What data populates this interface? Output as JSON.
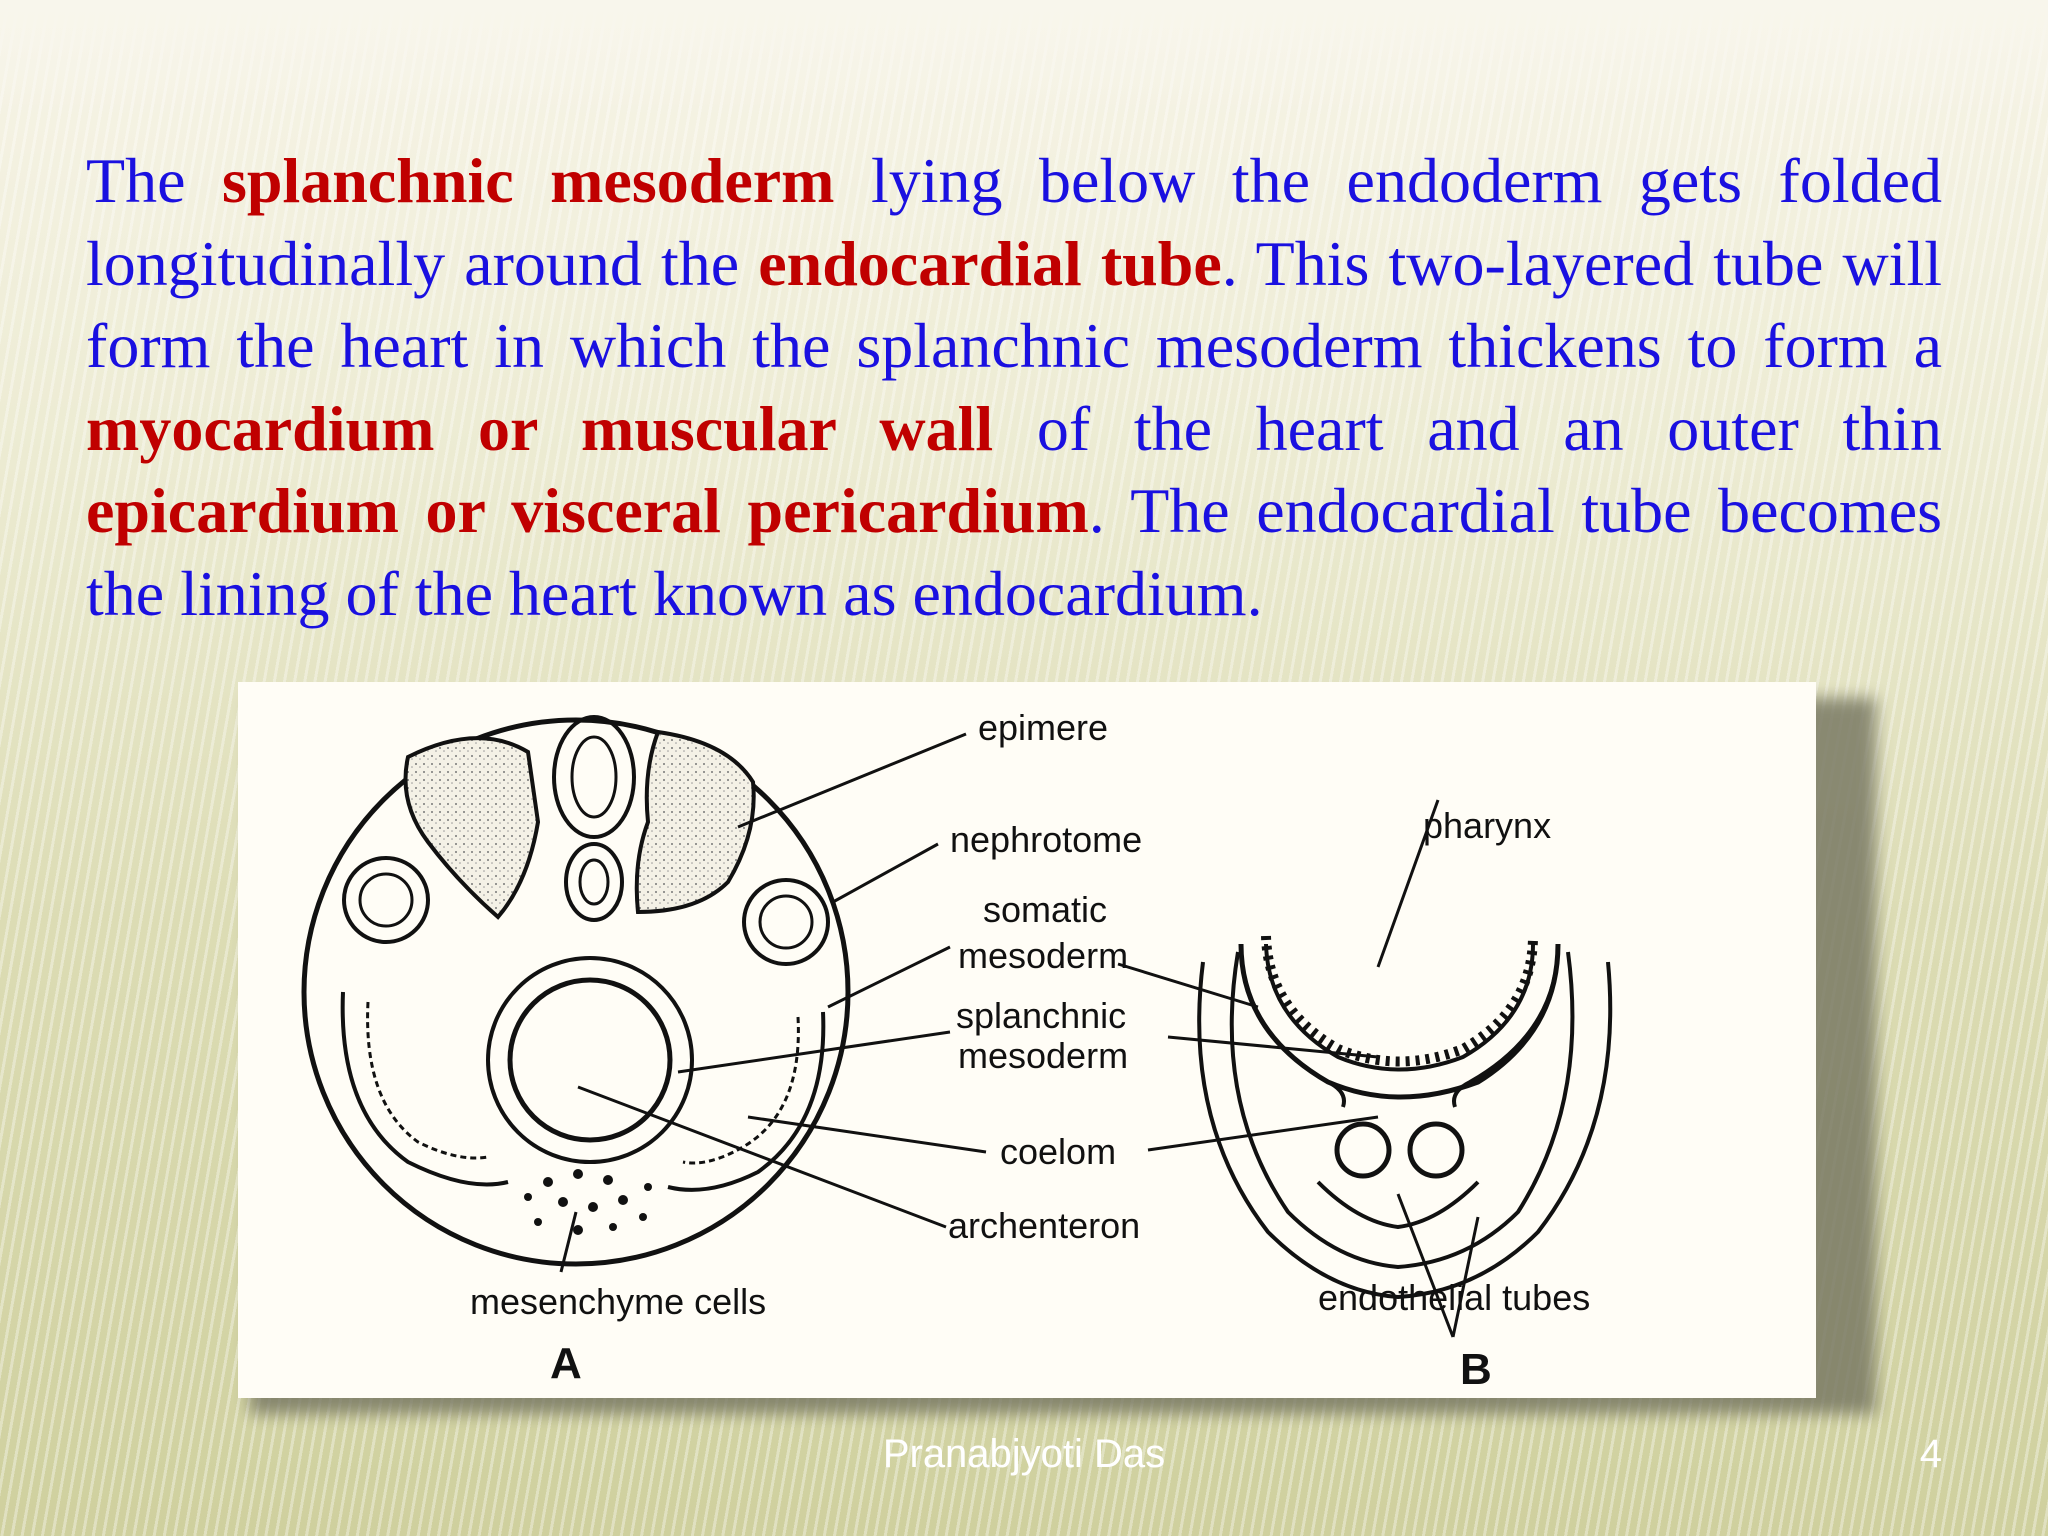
{
  "paragraph": {
    "t1": "The ",
    "h1": "splanchnic mesoderm",
    "t2": " lying below the endoderm gets folded longitudinally around the ",
    "h2": "endocardial tube",
    "t3": ". This two-layered tube will form the heart in which the splanchnic mesoderm thickens to form a ",
    "h3": "myocardium or muscular wall",
    "t4": " of the heart and an outer thin ",
    "h4": "epicardium or visceral pericardium",
    "t5": ". The endocardial tube becomes the lining of the heart known as endocardium."
  },
  "figure": {
    "labels": {
      "epimere": "epimere",
      "nephrotome": "nephrotome",
      "somatic_1": "somatic",
      "somatic_2": "mesoderm",
      "splanchnic_1": "splanchnic",
      "splanchnic_2": "mesoderm",
      "coelom": "coelom",
      "archenteron": "archenteron",
      "mesenchyme": "mesenchyme cells",
      "pharynx": "pharynx",
      "endothelial": "endothelial tubes",
      "panel_a": "A",
      "panel_b": "B"
    }
  },
  "footer": {
    "author": "Pranabjyoti Das",
    "page": "4"
  },
  "colors": {
    "body_text": "#1a10e0",
    "highlight": "#c00000",
    "footer_text": "#ffffff"
  }
}
